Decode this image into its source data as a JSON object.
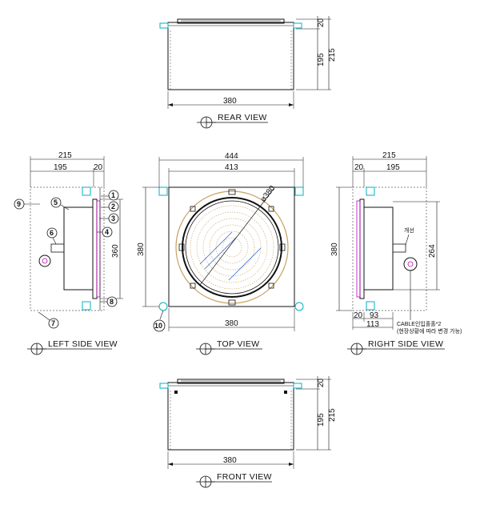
{
  "views": {
    "rear": "REAR VIEW",
    "left_side": "LEFT SIDE VIEW",
    "top": "TOP VIEW",
    "right_side": "RIGHT SIDE VIEW",
    "front": "FRONT VIEW"
  },
  "dimensions": {
    "rear_20": "20",
    "rear_195": "195",
    "rear_215": "215",
    "rear_380": "380",
    "left_215": "215",
    "left_195": "195",
    "left_20": "20",
    "left_360": "360",
    "top_444": "444",
    "top_413": "413",
    "top_dia": "ø380",
    "top_380_left": "380",
    "top_380_bottom": "380",
    "right_215": "215",
    "right_20": "20",
    "right_195": "195",
    "right_380": "380",
    "right_264": "264",
    "right_b20": "20",
    "right_93": "93",
    "right_113": "113",
    "front_20": "20",
    "front_195": "195",
    "front_215": "215",
    "front_380": "380"
  },
  "balloons": [
    "1",
    "2",
    "3",
    "4",
    "5",
    "6",
    "7",
    "8",
    "9",
    "10"
  ],
  "notes": {
    "cable": "CABLE인입홀홀*2",
    "cable_sub": "(현장상황에 따라 변경 가능)",
    "gasket": "개선"
  },
  "colors": {
    "line": "#111111",
    "cyan": "#00b0c8",
    "tan": "#c8a060",
    "magenta": "#c000c0",
    "blue": "#2060d0"
  }
}
